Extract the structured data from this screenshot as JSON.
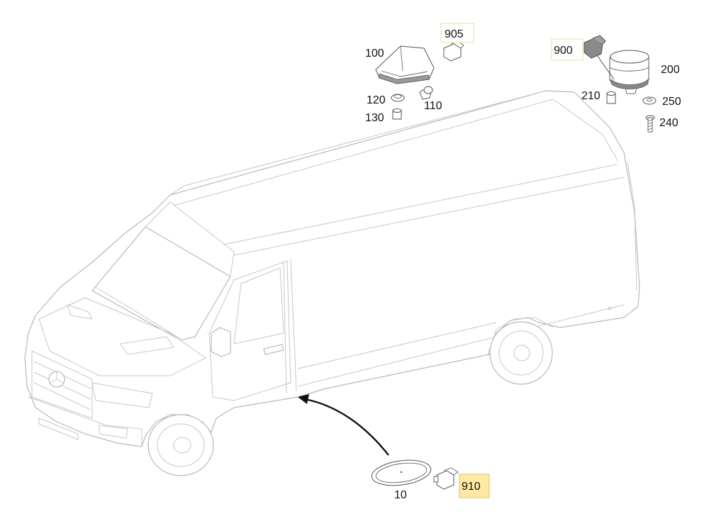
{
  "labels": {
    "p10": "10",
    "p100": "100",
    "p110": "110",
    "p120": "120",
    "p130": "130",
    "p200": "200",
    "p210": "210",
    "p240": "240",
    "p250": "250",
    "p900": "900",
    "p905": "905",
    "p910": "910"
  },
  "colors": {
    "highlight_plain_border": "#e8dca0",
    "highlight_selected_fill": "#ffe9a3",
    "line_art": "#b8b8b8",
    "arrow": "#111111"
  },
  "icons": {
    "connector": "plug-connector-icon",
    "lamp": "clearance-lamp-icon",
    "antenna": "roof-antenna-icon"
  }
}
